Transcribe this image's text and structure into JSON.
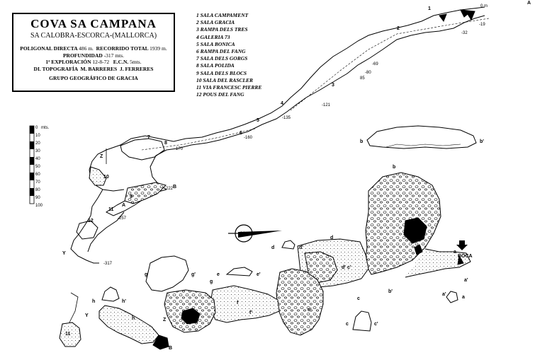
{
  "title": "COVA SA CAMPANA",
  "location": "SA CALOBRA-ESCORCA-(MALLORCA)",
  "survey": {
    "poligonal_label": "POLIGONAL DIRECTA",
    "poligonal_value": "486 m.",
    "recorrido_label": "RECORRIDO TOTAL",
    "recorrido_value": "1939 m.",
    "profundidad_label": "PROFUNDIDAD",
    "profundidad_value": "-317 mts.",
    "exploracion_label": "1ª EXPLORACIÓN",
    "exploracion_value": "12-8-72",
    "ecn_label": "E.C.N.",
    "ecn_value": "5mts.",
    "topografia_label": "DI. TOPOGRAFÍA",
    "topografo_1": "M. BARRERES",
    "topografo_2": "J. FERRERES",
    "group": "GRUPO GEOGRÁFICO DE GRACIA"
  },
  "legend": [
    "1  SALA CAMPAMENT",
    "2  SALA GRACIA",
    "3  RAMPA DELS TRES",
    "4  GALERIA 73",
    "5  SALA BONICA",
    "6  RAMPA DEL FANG",
    "7  SALA DELS GORGS",
    "8  SALA POLIDA",
    "9  SALA DELS BLOCS",
    "10  SALA DEL RASCLER",
    "11  VIA FRANCESC PIERRE",
    "12  POUS DEL FANG"
  ],
  "scale": {
    "ticks": [
      "0",
      "10",
      "20",
      "30",
      "40",
      "50",
      "60",
      "70",
      "80",
      "90",
      "100"
    ],
    "unit": "mts."
  },
  "entrance_label": "BOCA",
  "depth_markers": [
    "0 m",
    "-19",
    "-32",
    "-69",
    "-80",
    "85",
    "-121",
    "-135",
    "-160",
    "170",
    "-222",
    "-257",
    "-317"
  ],
  "room_numbers": [
    "1",
    "2",
    "3",
    "4",
    "5",
    "6",
    "7",
    "8",
    "9",
    "10",
    "11",
    "12"
  ],
  "section_labels": {
    "b": "b",
    "b2": "b'",
    "a": "a",
    "a2": "a'",
    "c": "c",
    "c2": "c'",
    "d": "d",
    "d2": "d'",
    "e": "e",
    "e2": "e'",
    "f": "f",
    "f2": "f'",
    "g": "g",
    "g2": "g'",
    "h": "h",
    "h2": "h'",
    "z": "Z",
    "y": "Y",
    "A": "A",
    "B": "B"
  },
  "colors": {
    "ink": "#000000",
    "paper": "#ffffff"
  }
}
